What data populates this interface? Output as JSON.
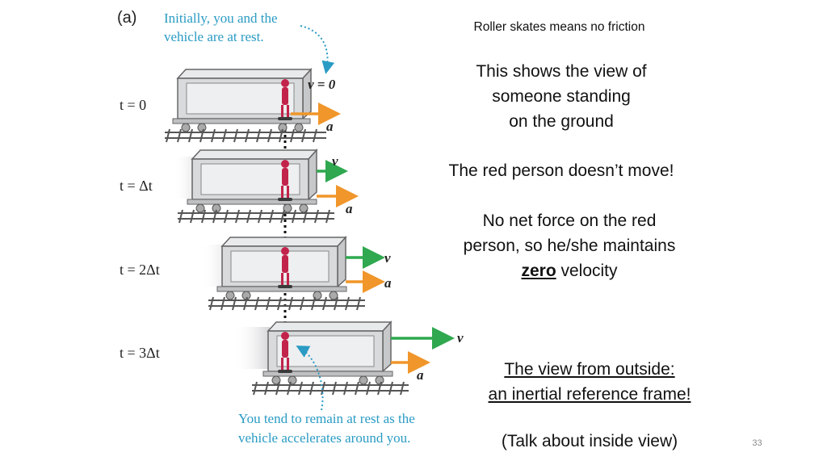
{
  "figure": {
    "panel_label": "(a)",
    "caption_top": [
      "Initially, you and the",
      "vehicle are at rest."
    ],
    "caption_bottom": [
      "You tend to remain at rest as the",
      "vehicle accelerates around you."
    ],
    "time_labels": [
      "t = 0",
      "t = Δt",
      "t = 2Δt",
      "t = 3Δt"
    ],
    "v_zero_label": "v = 0",
    "velocity_symbol": "v",
    "acceleration_symbol": "a",
    "colors": {
      "caption": "#2a9bc4",
      "velocity_arrow": "#2fa84f",
      "acceleration_arrow": "#f0962a",
      "person": "#c2234a"
    }
  },
  "notes": {
    "top_note": "Roller skates means no friction",
    "view_lines": [
      "This shows the view of",
      "someone standing",
      "on the ground"
    ],
    "no_move": "The red person doesn’t move!",
    "force_line1": "No net force on the red",
    "force_line2": "person, so he/she maintains",
    "zero_word": "zero",
    "velocity_word": " velocity",
    "outside_line1": "The view from outside:",
    "outside_line2": "an inertial reference frame!",
    "inside": "(Talk about inside view)"
  },
  "page_number": "33"
}
